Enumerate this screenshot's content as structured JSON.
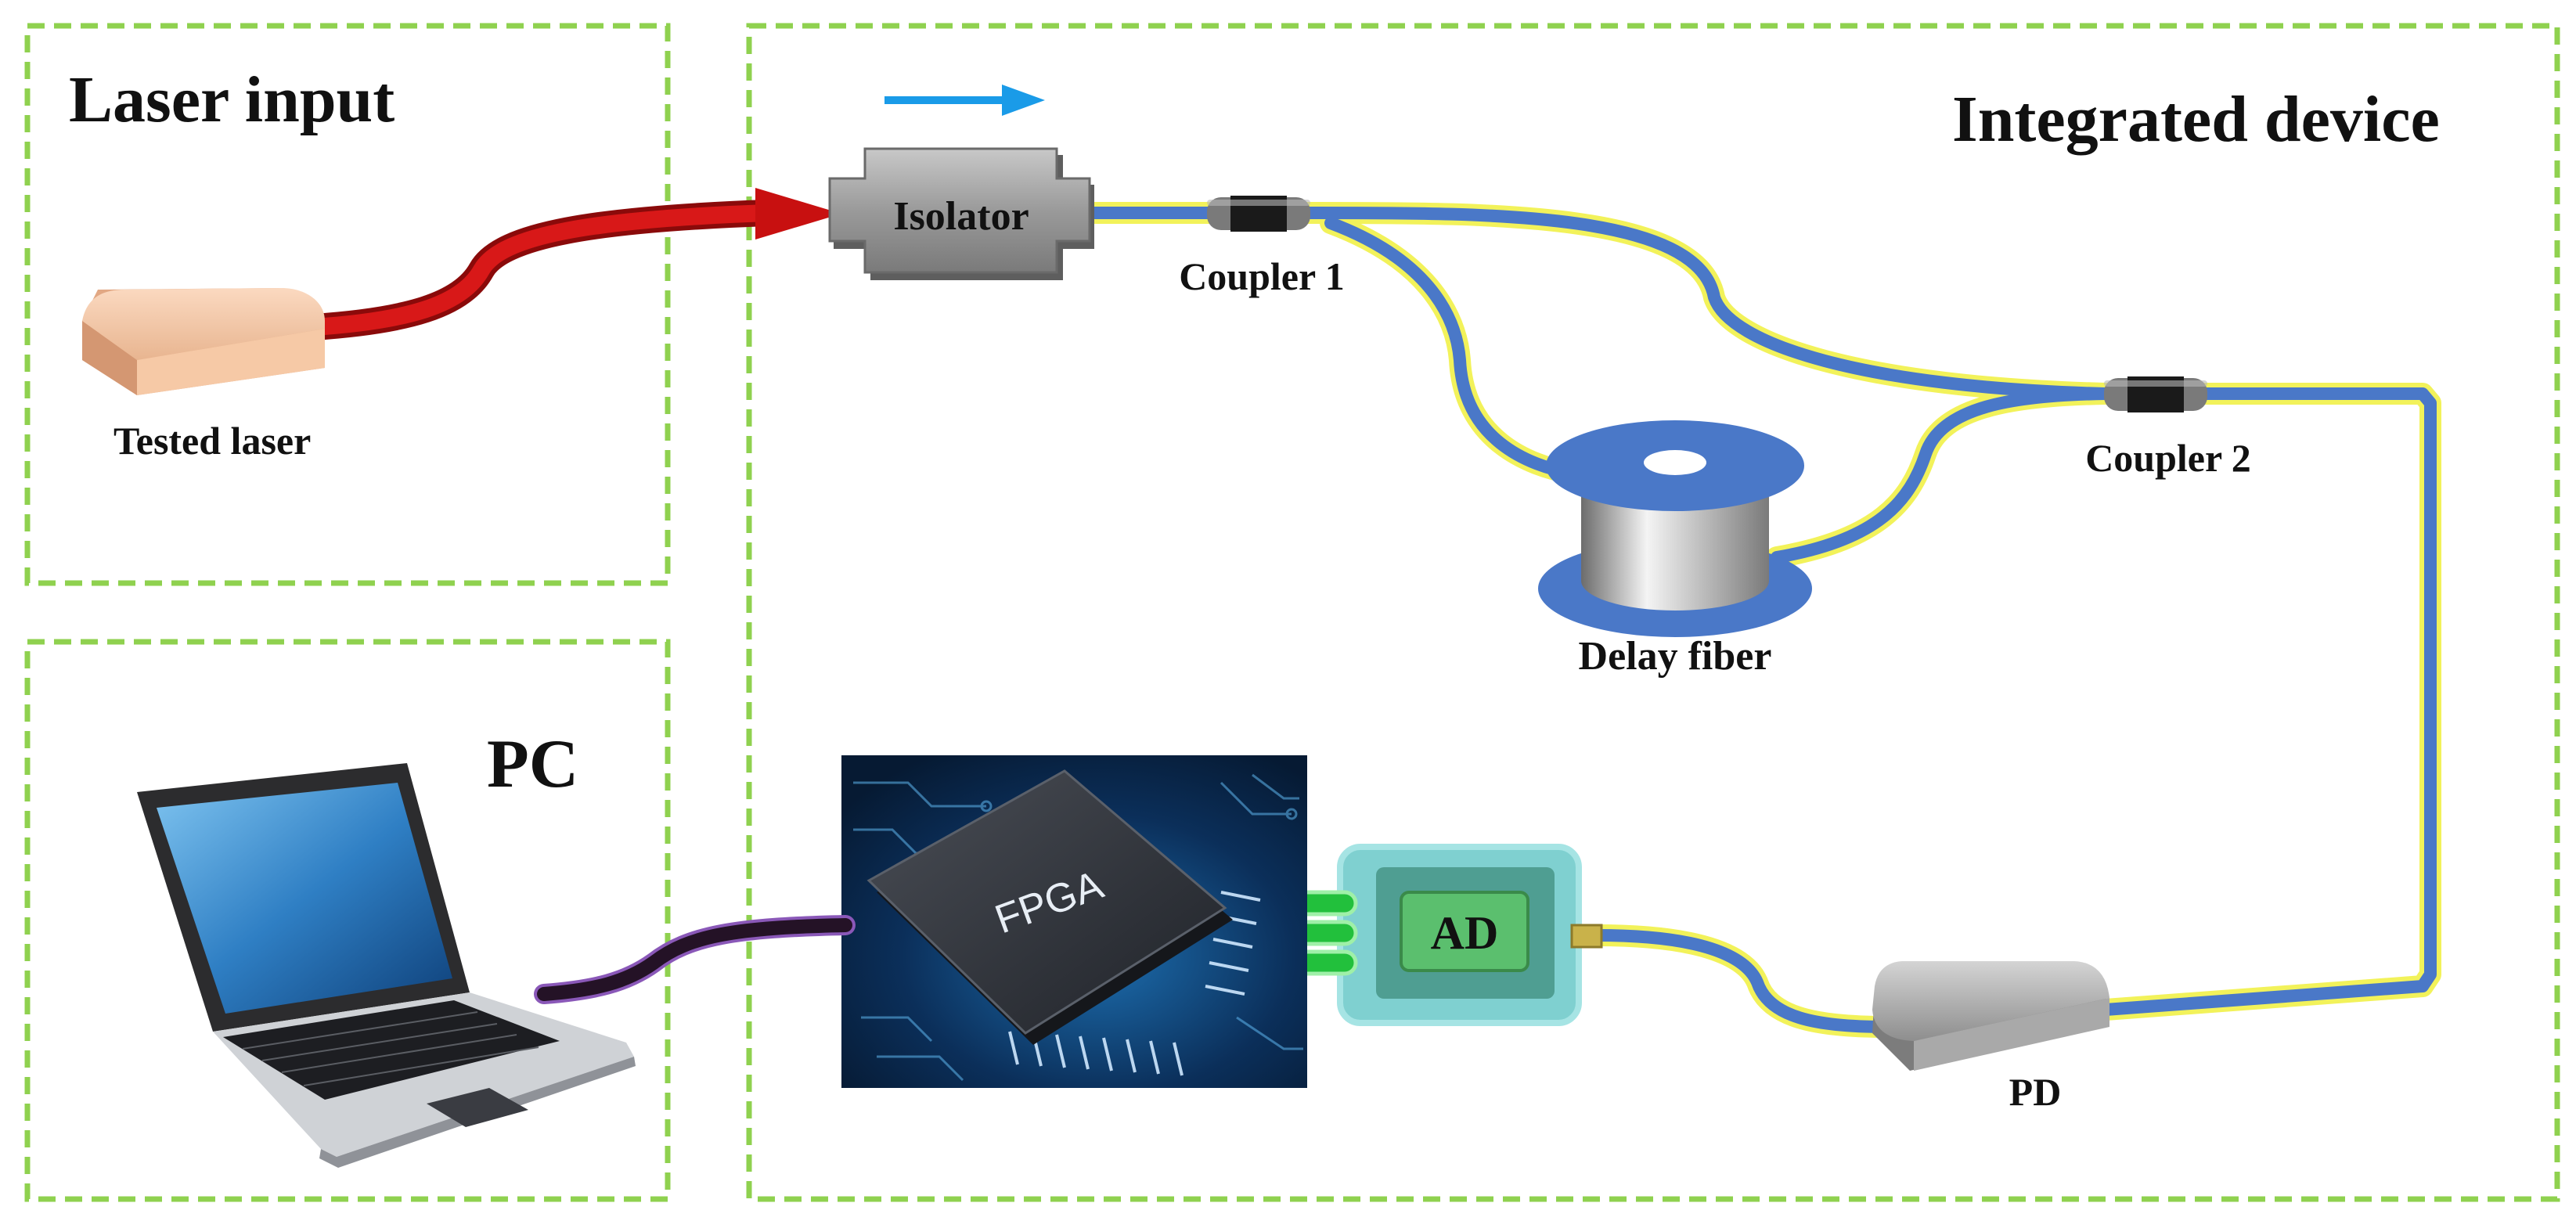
{
  "groups": {
    "laser_input": "Laser input",
    "integrated_device": "Integrated device",
    "pc": "PC"
  },
  "components": {
    "tested_laser": "Tested laser",
    "isolator": "Isolator",
    "coupler1": "Coupler 1",
    "coupler2": "Coupler 2",
    "delay_fiber": "Delay fiber",
    "fpga": "FPGA",
    "ad": "AD",
    "pd": "PD"
  },
  "colors": {
    "group_border": "#8fd14f",
    "fiber": "#4a78c8",
    "fiber_glow": "#f2f25a",
    "laser_beam": "#c41010",
    "direction_arrow": "#1a9be8",
    "cable": "#2a1530"
  },
  "icons": [
    "laptop-icon",
    "fpga-chip-icon",
    "fiber-spool-icon",
    "direction-arrow-icon"
  ]
}
